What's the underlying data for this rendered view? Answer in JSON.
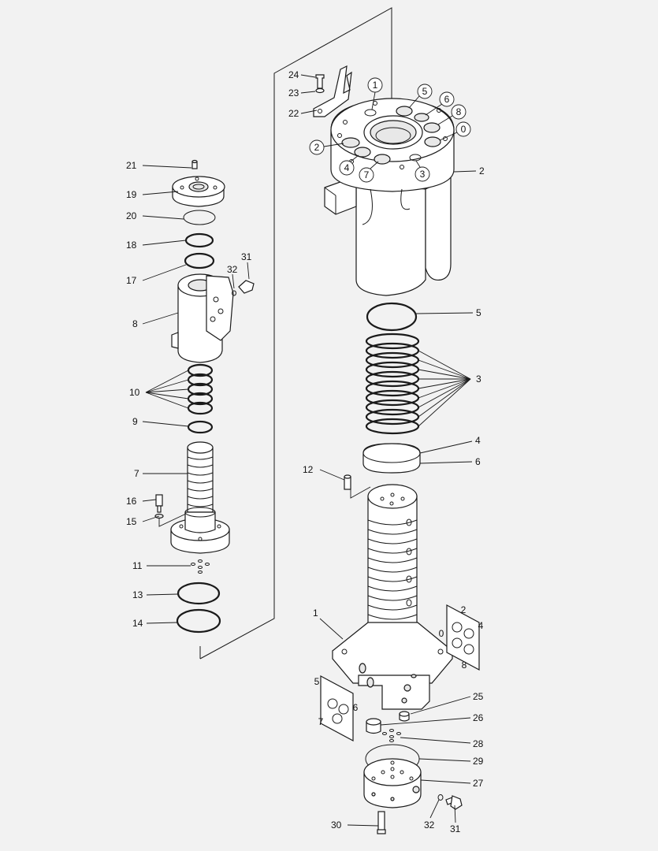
{
  "callouts": {
    "c24": "24",
    "c23": "23",
    "c22": "22",
    "c2_top": "2",
    "c5_oring": "5",
    "c3_rings": "3",
    "c4_band": "4",
    "c6_band": "6",
    "c12": "12",
    "c1": "1",
    "c25": "25",
    "c26": "26",
    "c28": "28",
    "c29": "29",
    "c27": "27",
    "c30": "30",
    "c32_bottom": "32",
    "c31_bottom": "31",
    "c21": "21",
    "c19": "19",
    "c20": "20",
    "c18": "18",
    "c17": "17",
    "c31_left": "31",
    "c32_left": "32",
    "c8": "8",
    "c10": "10",
    "c9": "9",
    "c7": "7",
    "c16": "16",
    "c15": "15",
    "c11": "11",
    "c13": "13",
    "c14": "14"
  },
  "port_labels_top": [
    "1",
    "5",
    "6",
    "8",
    "0",
    "2",
    "4",
    "7",
    "3"
  ],
  "port_plate_right": [
    "2",
    "4",
    "0",
    "8"
  ],
  "port_plate_left": [
    "5",
    "6",
    "7"
  ]
}
